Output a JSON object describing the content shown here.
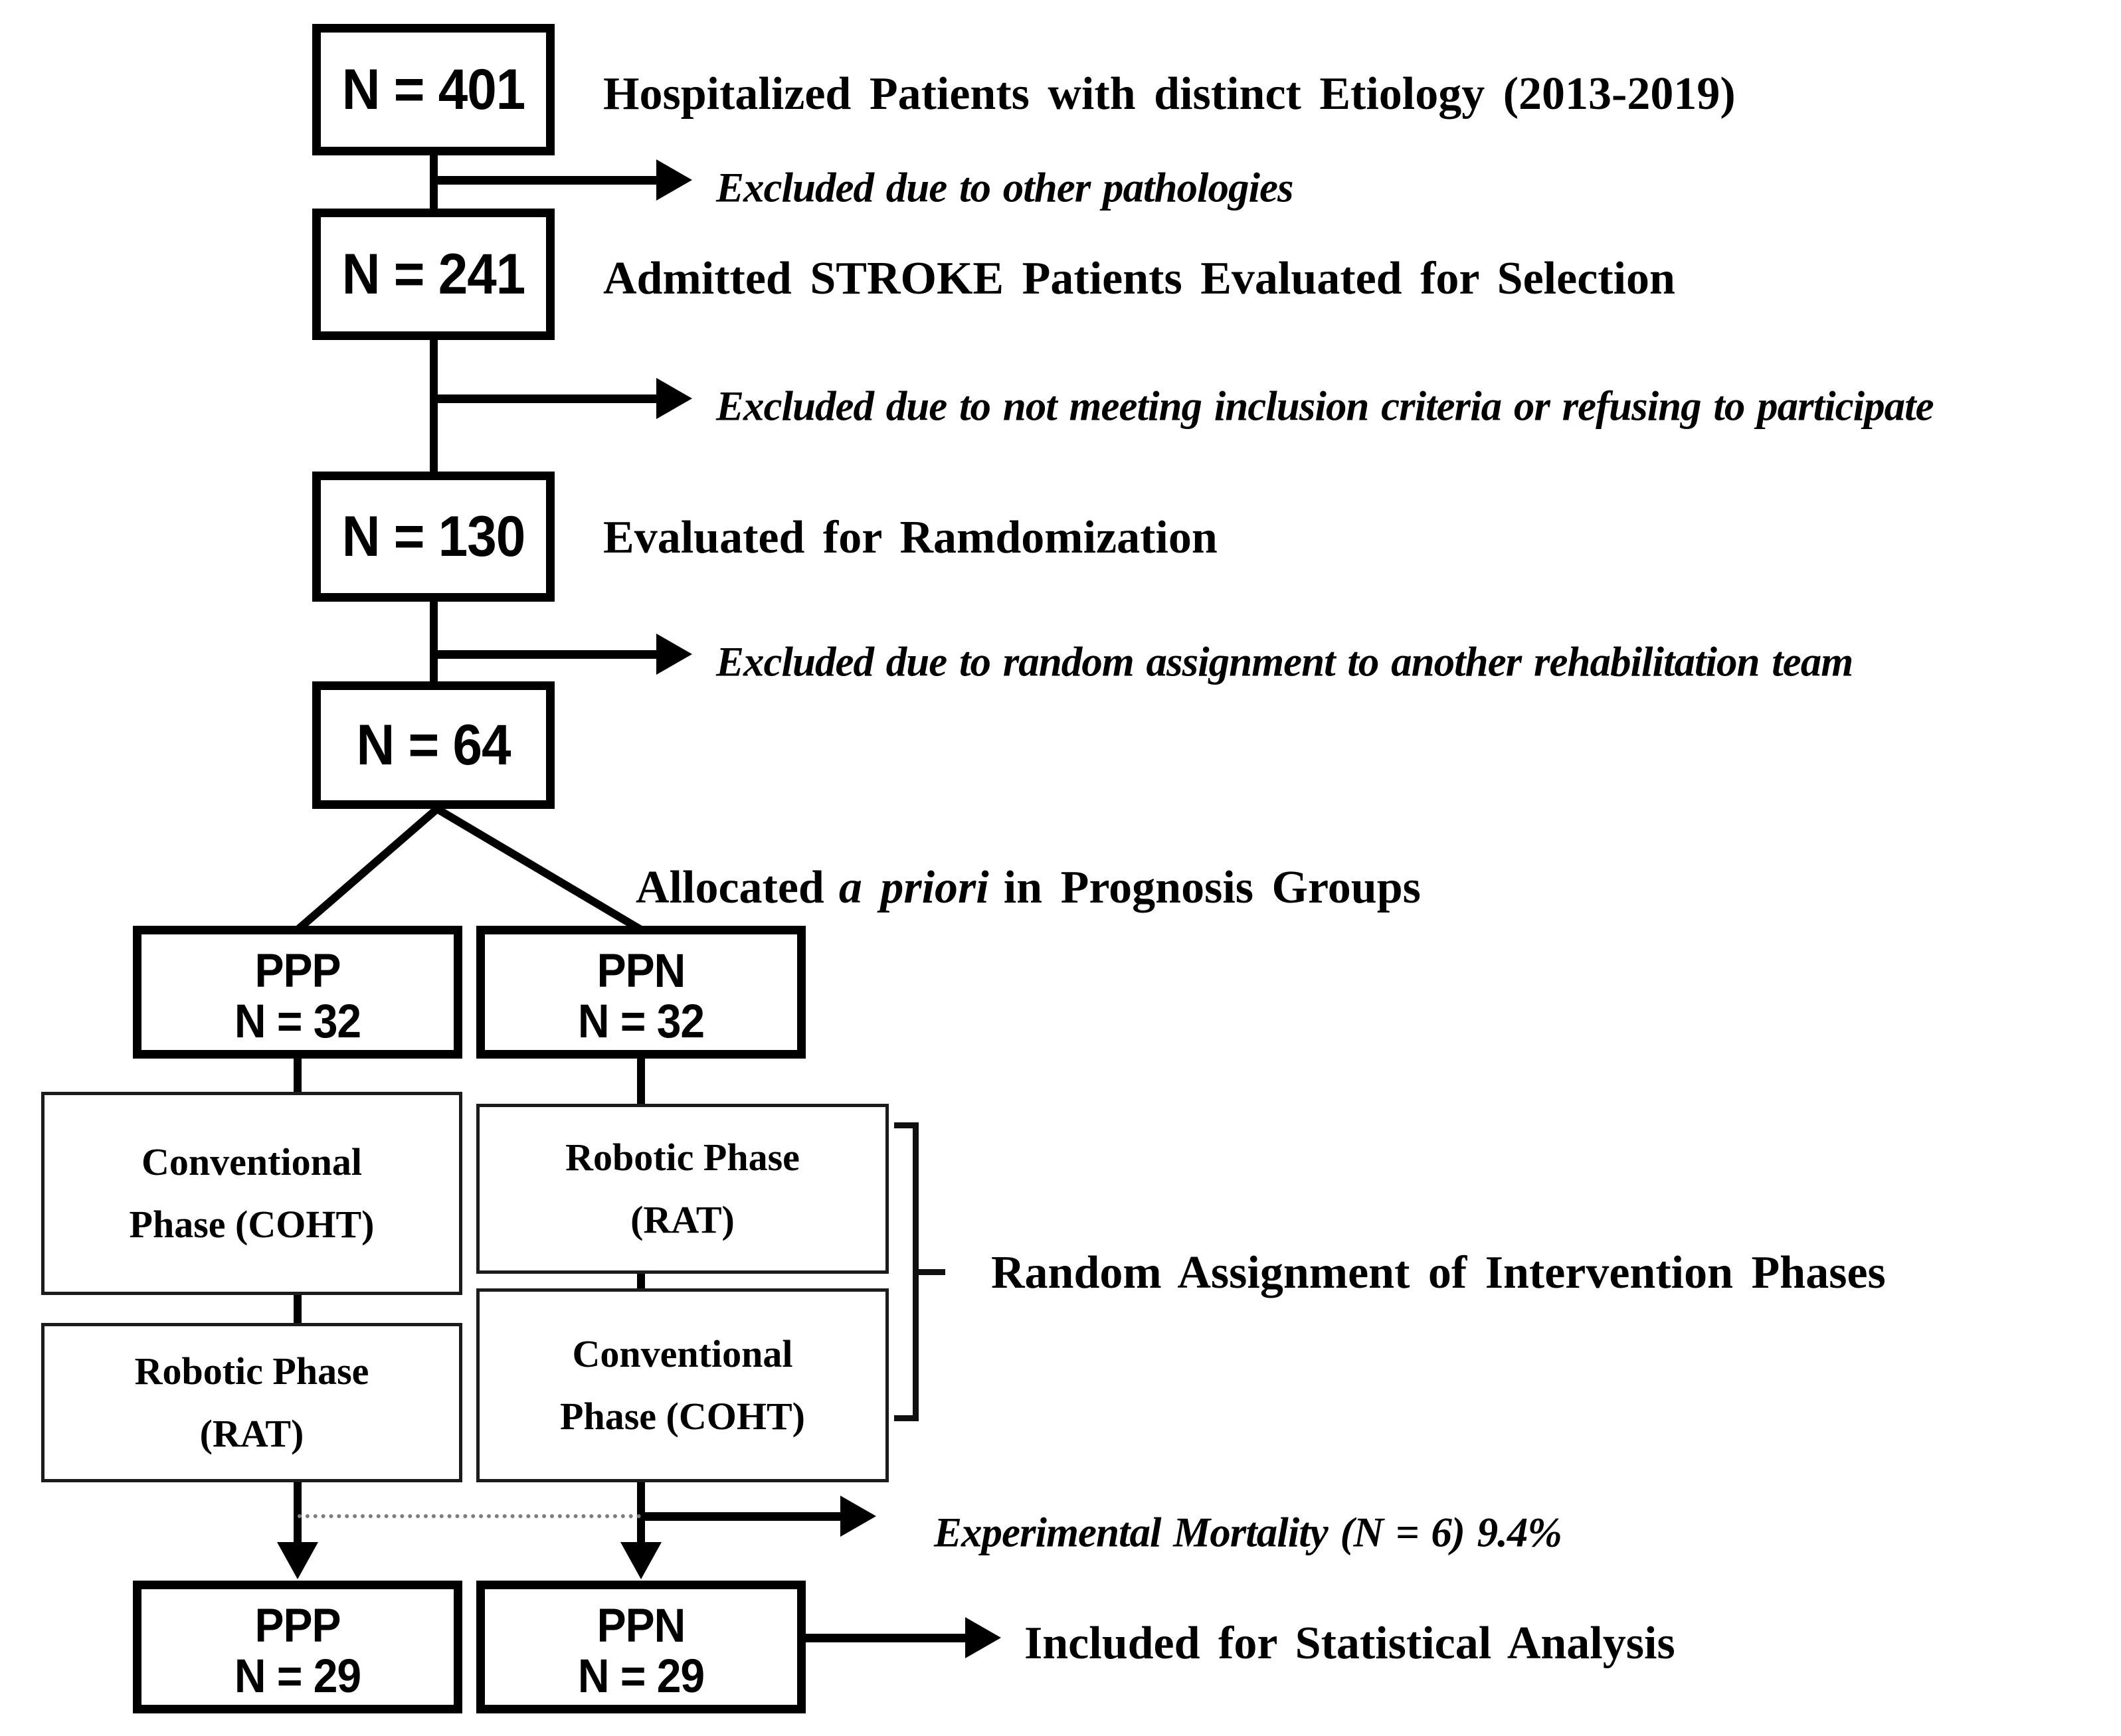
{
  "flow": {
    "stage1": {
      "n": "N = 401",
      "label": "Hospitalized Patients with distinct Etiology (2013-2019)"
    },
    "exclusion1": "Excluded due to other pathologies",
    "stage2": {
      "n": "N = 241",
      "label": "Admitted STROKE Patients Evaluated for Selection"
    },
    "exclusion2": "Excluded due to not meeting inclusion criteria or refusing to participate",
    "stage3": {
      "n": "N = 130",
      "label": "Evaluated for Ramdomization"
    },
    "exclusion3": "Excluded due to random assignment to another rehabilitation team",
    "stage4": {
      "n": "N = 64"
    },
    "allocation": {
      "prefix": "Allocated",
      "italic": "a priori",
      "suffix": "in Prognosis Groups"
    },
    "groups": {
      "ppp": {
        "name": "PPP",
        "n": "N = 32"
      },
      "ppn": {
        "name": "PPN",
        "n": "N = 32"
      }
    },
    "phases": {
      "ppp_first": {
        "line1": "Conventional",
        "line2": "Phase (COHT)"
      },
      "ppn_first": {
        "line1": "Robotic Phase",
        "line2": "(RAT)"
      },
      "ppp_second": {
        "line1": "Robotic Phase",
        "line2": "(RAT)"
      },
      "ppn_second": {
        "line1": "Conventional",
        "line2": "Phase (COHT)"
      }
    },
    "bracket_label": "Random Assignment of Intervention Phases",
    "mortality_label": "Experimental Mortality (N = 6) 9.4%",
    "final_groups": {
      "ppp": {
        "name": "PPP",
        "n": "N = 29"
      },
      "ppn": {
        "name": "PPN",
        "n": "N = 29"
      }
    },
    "included_label": "Included for Statistical Analysis"
  },
  "colors": {
    "ink": "#000000",
    "background": "#ffffff",
    "dashed_line": "#7d7d7d"
  }
}
